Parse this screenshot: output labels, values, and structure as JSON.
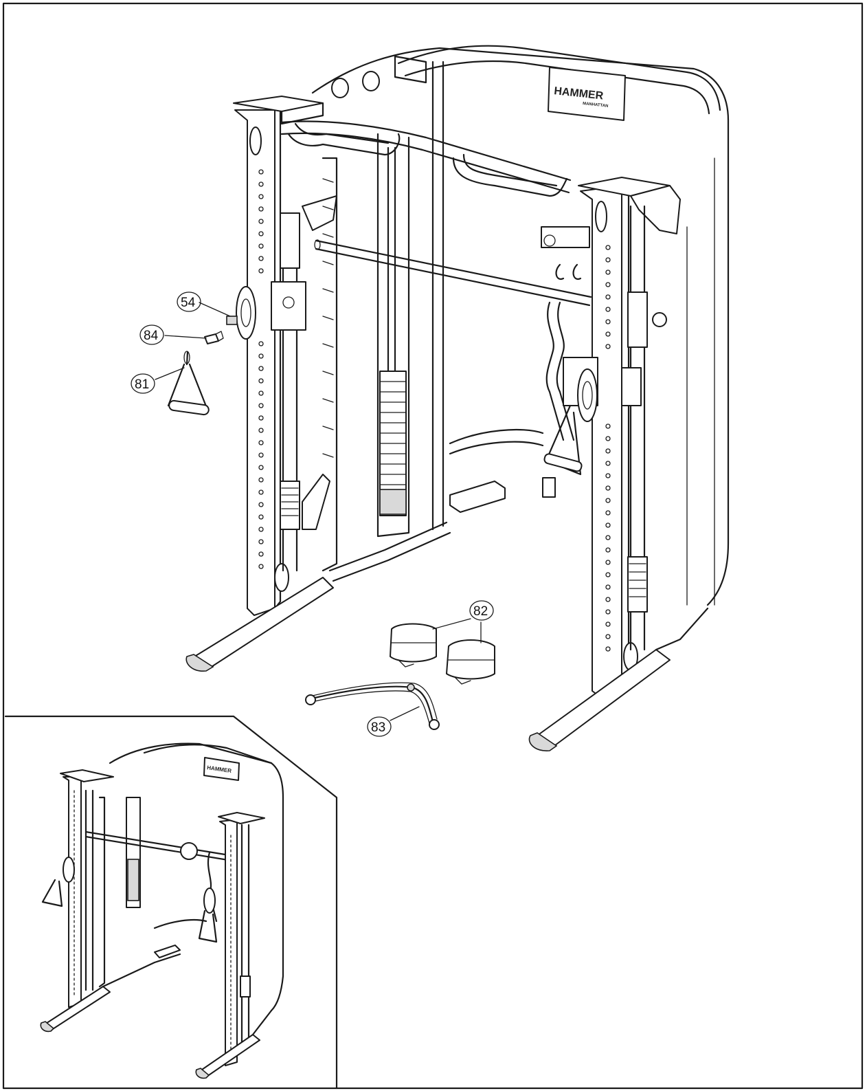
{
  "brand": {
    "name": "HAMMER",
    "sub": "MANHATTAN"
  },
  "callouts": [
    {
      "id": "54",
      "label": "54"
    },
    {
      "id": "84",
      "label": "84"
    },
    {
      "id": "81",
      "label": "81"
    },
    {
      "id": "82",
      "label": "82"
    },
    {
      "id": "83",
      "label": "83"
    }
  ],
  "colors": {
    "line": "#1a1a1a",
    "background": "#ffffff",
    "shade": "#d9d9d9"
  }
}
